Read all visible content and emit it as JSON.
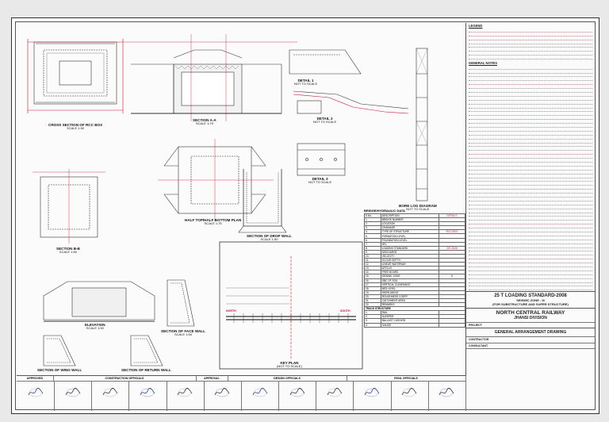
{
  "sheet": {
    "drawings": {
      "cross_section": {
        "title": "CROSS SECTION OF RCC BOX",
        "sub": "SCALE 1:50"
      },
      "section_aa": {
        "title": "SECTION A-A",
        "sub": "SCALE 1:75"
      },
      "detail1": {
        "title": "DETAIL 1",
        "sub": "NOT TO SCALE"
      },
      "detail2": {
        "title": "DETAIL 2",
        "sub": "NOT TO SCALE"
      },
      "detail3": {
        "title": "DETAIL 3",
        "sub": "NOT TO SCALE"
      },
      "half_plan": {
        "title": "HALF TOP/HALF BOTTOM PLAN",
        "sub": "SCALE 1:75"
      },
      "drop_wall": {
        "title": "SECTION OF DROP WALL",
        "sub": "SCALE 1:50"
      },
      "section_bb": {
        "title": "SECTION B-B",
        "sub": "SCALE 1:50"
      },
      "elevation": {
        "title": "ELEVATION",
        "sub": "SCALE 1:50"
      },
      "face_wall": {
        "title": "SECTION OF FACE WALL",
        "sub": "SCALE 1:50"
      },
      "wing_wall": {
        "title": "SECTION OF WING WALL",
        "sub": "SCALE 1:50"
      },
      "return_wall": {
        "title": "SECTION OF RETURN WALL",
        "sub": "SCALE 1:50"
      },
      "key_plan": {
        "title": "KEY PLAN",
        "sub": "(NOT TO SCALE)"
      },
      "bore_log": {
        "title": "BORE LOG DIAGRAM",
        "sub": "NOT TO SCALE"
      }
    },
    "bridge_table": {
      "caption": "BRIDGE/HYDRAULIC DATA",
      "header": [
        "S.No.",
        "DESCRIPTION",
        "DETAILS"
      ],
      "rows": [
        [
          "1.",
          "BRIDGE NUMBER",
          ""
        ],
        [
          "2.",
          "LOCATION",
          ""
        ],
        [
          "3.",
          "CHAINAGE",
          ""
        ],
        [
          "4.",
          "TYPE OF STRUCTURE",
          "RCC BOX"
        ],
        [
          "5.",
          "FORMATION LEVEL",
          ""
        ],
        [
          "6.",
          "FOUNDATION LEVEL",
          ""
        ],
        [
          "7.",
          "HFL",
          ""
        ],
        [
          "8.",
          "LOADING STANDARD",
          "25T-2008"
        ],
        [
          "9.",
          "DISCHARGE",
          ""
        ],
        [
          "10.",
          "VELOCITY",
          ""
        ],
        [
          "11.",
          "SCOUR DEPTH",
          ""
        ],
        [
          "12.",
          "LINEAR WATERWAY",
          ""
        ],
        [
          "13.",
          "AFFLUX",
          ""
        ],
        [
          "14.",
          "FREE BOARD",
          ""
        ],
        [
          "15.",
          "SEISMIC ZONE",
          "III"
        ],
        [
          "16.",
          "SBC OF SOIL",
          ""
        ],
        [
          "17.",
          "VERTICAL CLEARANCE",
          ""
        ],
        [
          "18.",
          "BED LEVEL",
          ""
        ],
        [
          "19.",
          "SKEW ANGLE",
          ""
        ],
        [
          "20.",
          "ROUGHNESS COEFF.",
          ""
        ],
        [
          "21.",
          "CATCHMENT AREA",
          ""
        ],
        [
          "22.",
          "REMARKS",
          ""
        ]
      ],
      "track_caption": "TRACK STRUCTURE",
      "track_rows": [
        [
          "1.",
          "RAIL",
          ""
        ],
        [
          "2.",
          "SLEEPER",
          ""
        ],
        [
          "3.",
          "BALLAST CUSHION",
          ""
        ],
        [
          "4.",
          "GAUGE",
          ""
        ]
      ]
    },
    "right_panel": {
      "legend_head": "LEGEND",
      "notes_head": "GENERAL NOTES",
      "loading": "25 T LOADING STANDARD-2008",
      "seismic": "SEISMIC ZONE - III",
      "substructure": "(FOR SUBSTRUCTURE AND SUPER STRUCTURE)",
      "railway": "NORTH CENTRAL RAILWAY",
      "division": "JHANSI DIVISION",
      "drawing_title": "GENERAL ARRANGEMENT DRAWING",
      "contractor_label": "CONTRACTOR",
      "consultant_label": "CONSULTANT",
      "project_label": "PROJECT"
    },
    "approval": {
      "headers": [
        "APPROVED",
        "CONSTRUCTION OFFICIALS",
        "APPROVAL",
        "DESIGN OFFICIALS",
        "RVNL OFFICIALS"
      ],
      "cols": 12
    },
    "key_plan_labels": {
      "left": "NORTH",
      "right": "SOUTH"
    }
  }
}
